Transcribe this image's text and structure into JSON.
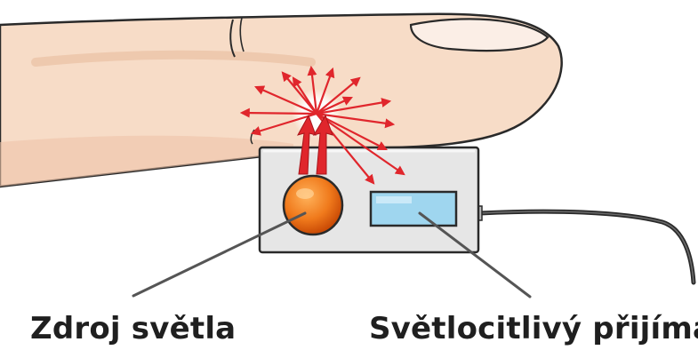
{
  "labels": {
    "light_source": "Zdroj světla",
    "receiver": "Světlocitlivý přijímač"
  },
  "colors": {
    "skin": "#f7dcc7",
    "skin_shadow": "#eec3a8",
    "outline": "#2a2a2a",
    "sensor_body": "#e6e6e6",
    "led": "#f07a1c",
    "led_dark": "#c94a05",
    "receiver_window": "#9fd6ef",
    "light_rays": "#e0262c"
  },
  "icons": [
    "finger-illustration",
    "pulse-oximeter-sensor",
    "led-light-source",
    "photodetector",
    "light-ray-arrows",
    "sensor-cable"
  ]
}
